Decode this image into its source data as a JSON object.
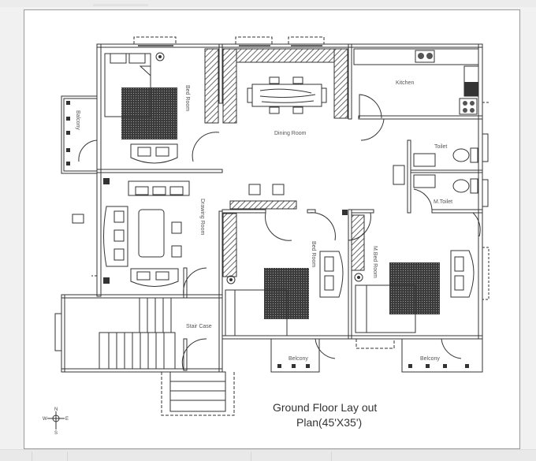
{
  "plan": {
    "title_line1": "Ground Floor Lay out",
    "title_line2": "Plan(45'X35')",
    "rooms": {
      "bed_room_1": "Bed Room",
      "balcony_left": "Balcony",
      "dining_room": "Dining Room",
      "kitchen": "Kitchen",
      "toilet": "Toilet",
      "m_toilet": "M.Toilet",
      "drawing_room": "Drawing Room",
      "bed_room_2": "Bed Room",
      "m_bed_room": "M.Bed Room",
      "stair_case": "Stair Case",
      "balcony_bottom_1": "Belcony",
      "balcony_bottom_2": "Belcony"
    },
    "compass": {
      "n": "N",
      "s": "S",
      "e": "E",
      "w": "W"
    }
  },
  "colors": {
    "line": "#333333",
    "hatch": "#444444",
    "rug": "#3a3a3a"
  }
}
